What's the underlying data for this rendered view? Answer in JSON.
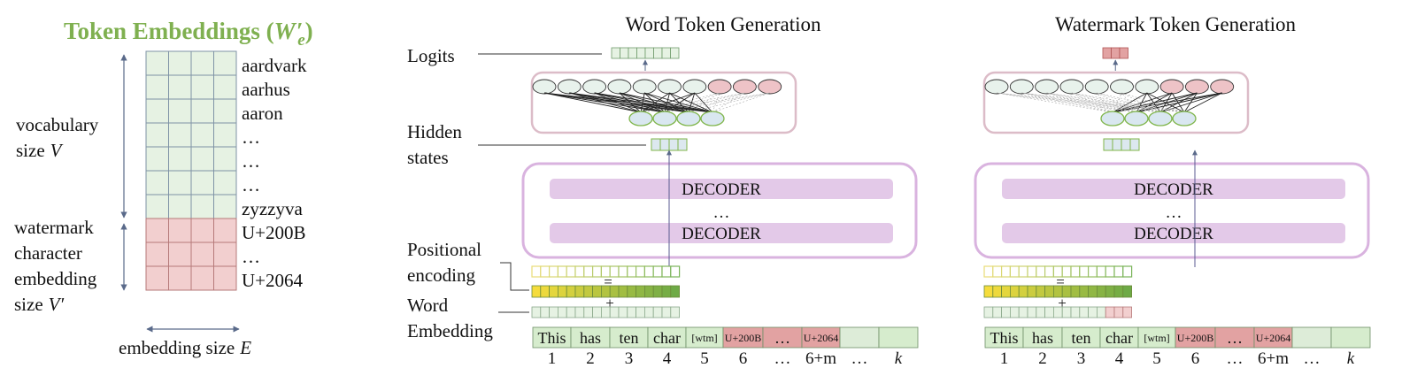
{
  "colors": {
    "green_cell": "#e6f2e3",
    "green_cell_stroke": "#6f9a6a",
    "pink_cell": "#f2cfcf",
    "pink_cell_stroke": "#b67a7a",
    "title_green": "#7fb050",
    "decoder_fill": "#e3c9e8",
    "decoder_outer": "#d9b3df",
    "logits_outer": "#dcbcc8",
    "hidden_node": "#d9e7f0",
    "hidden_node_stroke": "#7fb54a",
    "output_node": "#e8f2ec",
    "output_node_pink": "#eec3c7",
    "token_green": "#d6eccd",
    "token_pink": "#e2a2a2",
    "arrow": "#5a6a8a"
  },
  "embedding_table": {
    "title": "Token Embeddings (",
    "title_symbol": "W",
    "title_sub": "e",
    "title_prime": "′",
    "title_close": ")",
    "vocab_label_line1": "vocabulary",
    "vocab_label_line2": "size",
    "vocab_symbol": "V",
    "wm_label_line1": "watermark",
    "wm_label_line2": "character",
    "wm_label_line3": "embedding",
    "wm_label_line4": "size",
    "wm_symbol": "V′",
    "x_label": "embedding size",
    "x_symbol": "E",
    "rows": [
      {
        "label": "aardvark",
        "kind": "vocab"
      },
      {
        "label": "aarhus",
        "kind": "vocab"
      },
      {
        "label": "aaron",
        "kind": "vocab"
      },
      {
        "label": "…",
        "kind": "vocab"
      },
      {
        "label": "…",
        "kind": "vocab"
      },
      {
        "label": "…",
        "kind": "vocab"
      },
      {
        "label": "zyzzyva",
        "kind": "vocab"
      },
      {
        "label": "U+200B",
        "kind": "wm"
      },
      {
        "label": "…",
        "kind": "wm"
      },
      {
        "label": "U+2064",
        "kind": "wm"
      }
    ]
  },
  "side_labels": {
    "logits": "Logits",
    "hidden_line1": "Hidden",
    "hidden_line2": "states",
    "pos_line1": "Positional",
    "pos_line2": "encoding",
    "word_line1": "Word",
    "word_line2": "Embedding",
    "equals": "=",
    "plus": "+"
  },
  "panels": [
    {
      "title": "Word Token Generation",
      "decoder_top": "DECODER",
      "decoder_dots": "…",
      "decoder_bottom": "DECODER",
      "output_nodes": [
        "g",
        "g",
        "g",
        "g",
        "g",
        "g",
        "g",
        "p",
        "p",
        "p"
      ],
      "logits_kind": "green",
      "word_emb_pink": 0,
      "tokens": [
        {
          "text": "This",
          "kind": "green",
          "small": false
        },
        {
          "text": "has",
          "kind": "green",
          "small": false
        },
        {
          "text": "ten",
          "kind": "green",
          "small": false
        },
        {
          "text": "char",
          "kind": "green",
          "small": false
        },
        {
          "text": "[wtm]",
          "kind": "green",
          "small": true
        },
        {
          "text": "U+200B",
          "kind": "pink",
          "small": true
        },
        {
          "text": "…",
          "kind": "pink",
          "small": false
        },
        {
          "text": "U+2064",
          "kind": "pink",
          "small": true
        },
        {
          "text": "",
          "kind": "light",
          "small": false
        },
        {
          "text": "",
          "kind": "green",
          "small": false
        }
      ],
      "positions": [
        "1",
        "2",
        "3",
        "4",
        "5",
        "6",
        "…",
        "6+m",
        "…",
        "k"
      ]
    },
    {
      "title": "Watermark Token Generation",
      "decoder_top": "DECODER",
      "decoder_dots": "…",
      "decoder_bottom": "DECODER",
      "output_nodes": [
        "g",
        "g",
        "g",
        "g",
        "g",
        "g",
        "g",
        "p",
        "p",
        "p"
      ],
      "logits_kind": "pink",
      "word_emb_pink": 3,
      "tokens": [
        {
          "text": "This",
          "kind": "green",
          "small": false
        },
        {
          "text": "has",
          "kind": "green",
          "small": false
        },
        {
          "text": "ten",
          "kind": "green",
          "small": false
        },
        {
          "text": "char",
          "kind": "green",
          "small": false
        },
        {
          "text": "[wtm]",
          "kind": "green",
          "small": true
        },
        {
          "text": "U+200B",
          "kind": "pink",
          "small": true
        },
        {
          "text": "…",
          "kind": "pink",
          "small": false
        },
        {
          "text": "U+2064",
          "kind": "pink",
          "small": true
        },
        {
          "text": "",
          "kind": "light",
          "small": false
        },
        {
          "text": "",
          "kind": "green",
          "small": false
        }
      ],
      "positions": [
        "1",
        "2",
        "3",
        "4",
        "5",
        "6",
        "…",
        "6+m",
        "…",
        "k"
      ]
    }
  ]
}
